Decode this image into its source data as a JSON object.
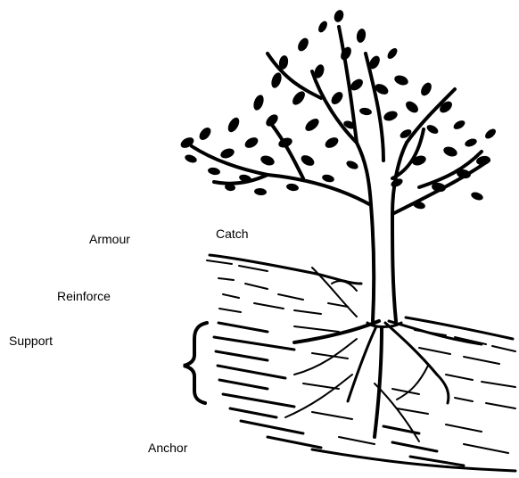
{
  "labels": {
    "armour": "Armour",
    "catch": "Catch",
    "reinforce": "Reinforce",
    "support": "Support",
    "anchor": "Anchor"
  },
  "colors": {
    "ink": "#000000",
    "background": "#ffffff"
  }
}
